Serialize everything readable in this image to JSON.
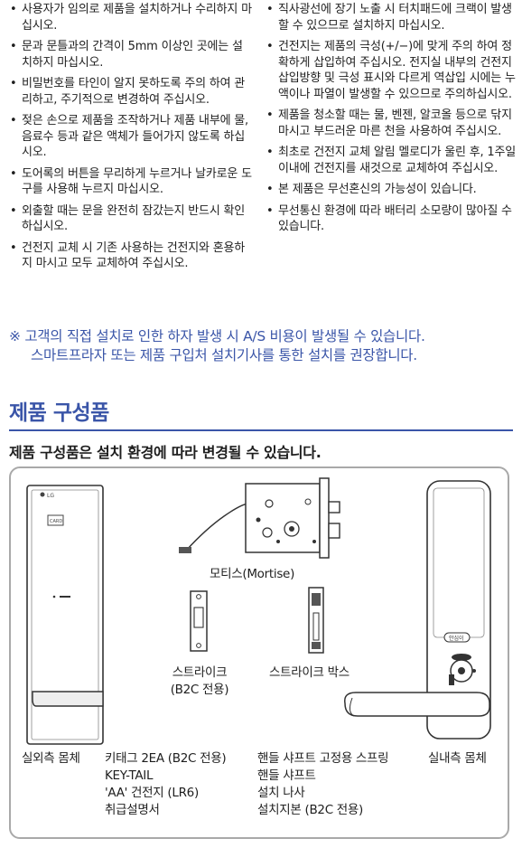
{
  "left_bullets": [
    "사용자가 임의로 제품을 설치하거나 수리하지 마십시오.",
    "문과 문틀과의 간격이 5mm 이상인 곳에는 설치하지 마십시오.",
    "비밀번호를 타인이 알지 못하도록 주의 하여 관리하고, 주기적으로 변경하여 주십시오.",
    "젖은 손으로 제품을 조작하거나 제품 내부에 물, 음료수 등과 같은 액체가 들어가지 않도록 하십시오.",
    "도어록의 버튼을 무리하게 누르거나 날카로운 도구를 사용해 누르지 마십시오.",
    "외출할 때는 문을 완전히 잠갔는지 반드시 확인하십시오.",
    "건전지 교체 시 기존 사용하는 건전지와 혼용하지 마시고 모두 교체하여 주십시오."
  ],
  "right_bullets": [
    "직사광선에 장기 노출 시 터치패드에 크랙이 발생할 수 있으므로 설치하지 마십시오.",
    "건전지는 제품의 극성(+/−)에 맞게 주의 하여 정확하게 삽입하여 주십시오. 전지실 내부의 건전지 삽입방향 및 극성 표시와 다르게 역삽입 시에는 누액이나 파열이 발생할 수 있으므로 주의하십시오.",
    "제품을 청소할 때는 물, 벤젠, 알코올 등으로 닦지 마시고 부드러운 마른 천을 사용하여 주십시오.",
    "최초로 건전지 교체 알림 멜로디가 울린 후, 1주일 이내에 건전지를 새것으로 교체하여 주십시오.",
    "본 제품은 무선혼신의 가능성이 있습니다.",
    "무선통신 환경에 따라 배터리 소모량이 많아질 수 있습니다."
  ],
  "notice": {
    "line1": "※ 고객의 직접 설치로 인한 하자 발생 시 A/S 비용이 발생될 수 있습니다.",
    "line2": "스마트프라자 또는 제품 구입처 설치기사를 통한 설치를 권장합니다."
  },
  "section": {
    "title": "제품 구성품",
    "description": "제품 구성품은 설치 환경에 따라 변경될 수 있습니다."
  },
  "parts": {
    "outdoor_logo": "LG",
    "card_label": "CARD",
    "indoor_button": "안심이",
    "mortise": "모티스(Mortise)",
    "strike": [
      "스트라이크",
      "(B2C 전용)"
    ],
    "strike_box": "스트라이크 박스",
    "outdoor_body": "실외측 몸체",
    "accessories_a": [
      "키태그 2EA (B2C 전용)",
      "KEY-TAIL",
      "'AA' 건전지 (LR6)",
      "취급설명서"
    ],
    "accessories_b": [
      "핸들 샤프트 고정용 스프링",
      "핸들 샤프트",
      "설치 나사",
      "설치지본 (B2C 전용)"
    ],
    "indoor_body": "실내측 몸체"
  }
}
